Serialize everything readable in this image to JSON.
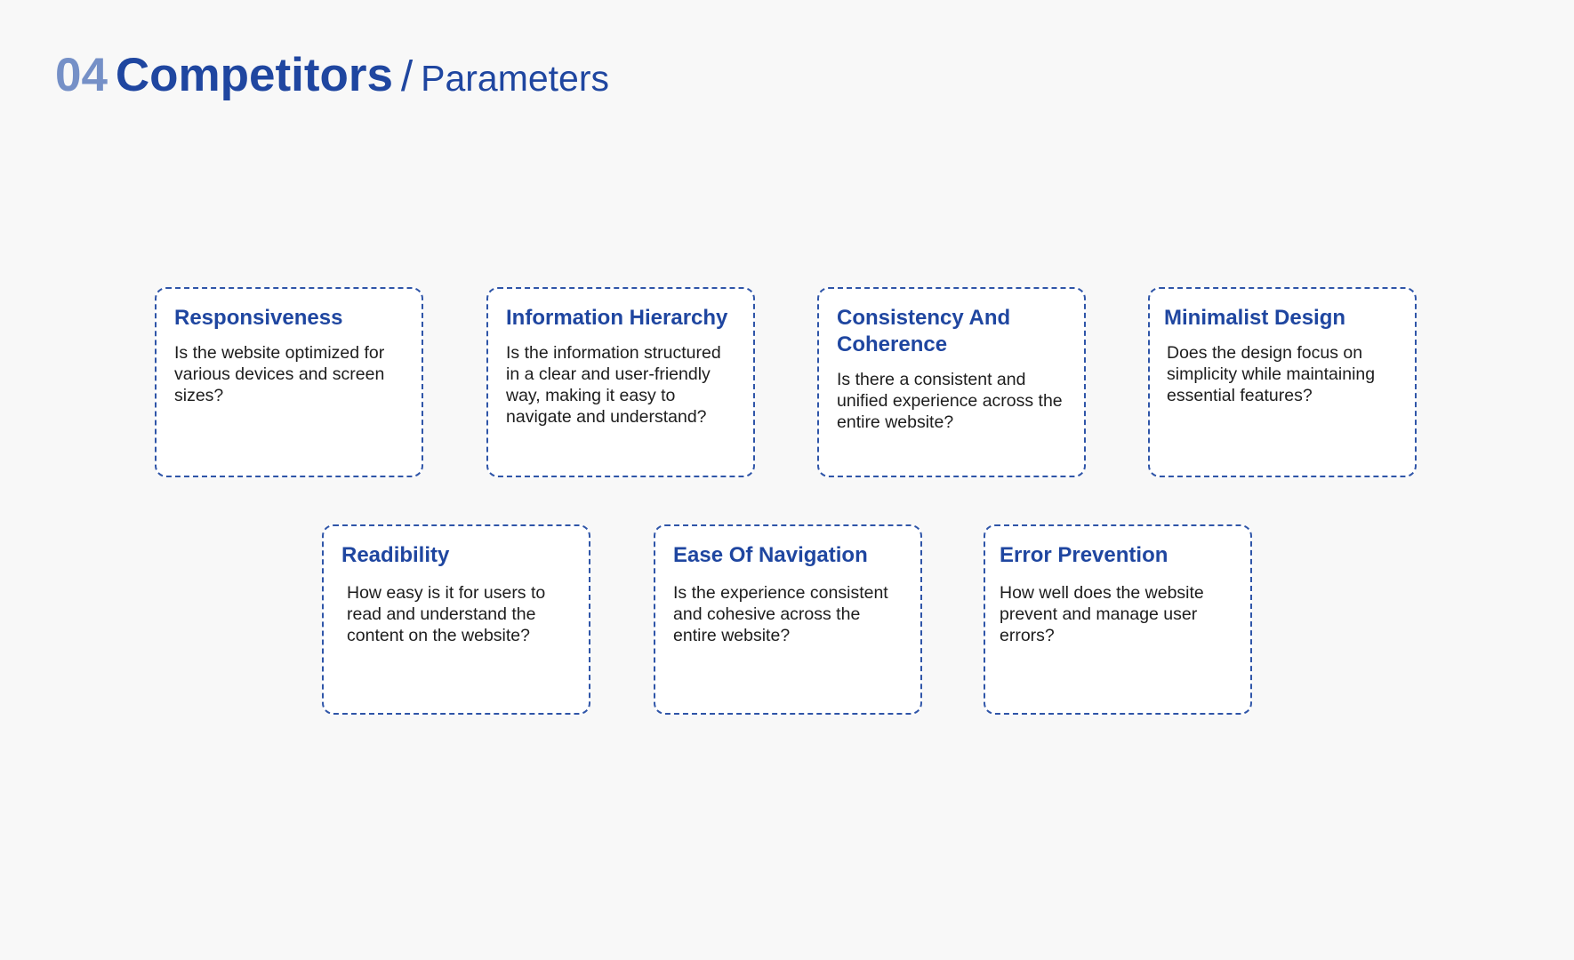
{
  "header": {
    "number": "04",
    "title": "Competitors",
    "separator": "/",
    "subtitle": "Parameters"
  },
  "cards": [
    {
      "title": "Responsiveness",
      "description": "Is the website optimized for various devices and screen sizes?"
    },
    {
      "title": "Information Hierarchy",
      "description": "Is the information structured in a clear and user-friendly way, making it easy to navigate and understand?"
    },
    {
      "title": "Consistency And Coherence",
      "description": "Is there a consistent and unified experience across the entire website?"
    },
    {
      "title": "Minimalist Design",
      "description": "Does the design focus on simplicity while maintaining essential features?"
    },
    {
      "title": "Readibility",
      "description": "How easy is it for users to read and understand the content on the website?"
    },
    {
      "title": "Ease Of Navigation",
      "description": "Is the experience consistent and cohesive across the entire website?"
    },
    {
      "title": "Error Prevention",
      "description": "How well does the website prevent and manage user errors?"
    }
  ],
  "colors": {
    "background": "#f8f8f8",
    "primary": "#1f46a0",
    "number": "#7590c7",
    "border": "#2f55a8",
    "text": "#1d1d1d"
  }
}
